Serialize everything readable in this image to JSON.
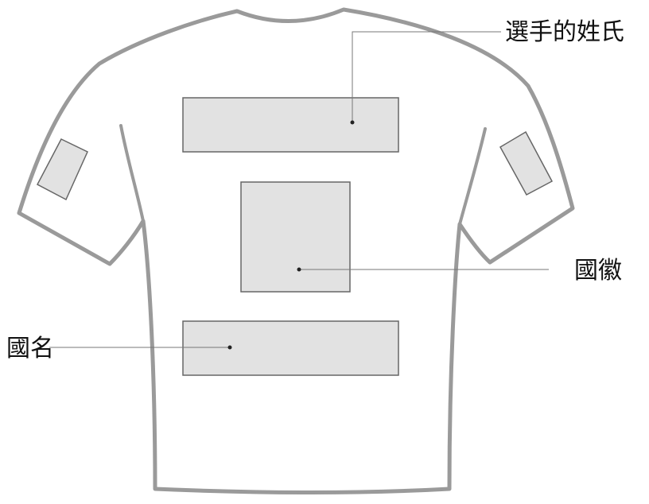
{
  "labels": {
    "player_name": "選手的姓氏",
    "emblem": "國徽",
    "country_name": "國名"
  },
  "colors": {
    "outline": "#9a9a9a",
    "panel_fill": "#e2e2e2",
    "panel_stroke": "#666666",
    "leader_line": "#777777",
    "text": "#111111"
  }
}
